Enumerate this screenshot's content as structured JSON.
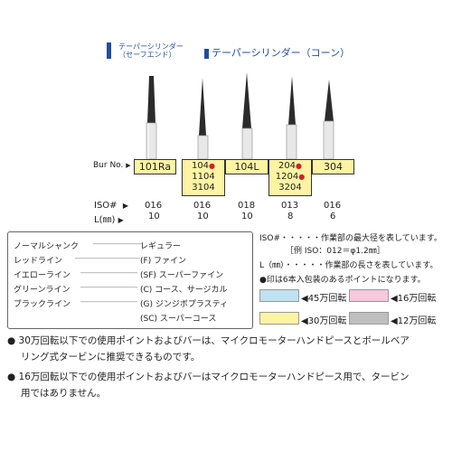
{
  "header": {
    "small_title_1": "テーパーシリンダー",
    "small_title_2": "（セーフエンド）",
    "main_title": "テーパーシリンダー（コーン）"
  },
  "rows": {
    "bur_label": "Bur No.",
    "iso_label": "ISO#",
    "l_label": "L(㎜)",
    "arrow": "▶"
  },
  "burs": [
    {
      "no": [
        "101Ra"
      ],
      "iso": "016",
      "l": "10",
      "color": "#fdf4a3"
    },
    {
      "no": [
        "104",
        "1104",
        "3104"
      ],
      "iso": "016",
      "l": "10",
      "color": "#fdf4a3"
    },
    {
      "no": [
        "104L"
      ],
      "iso": "018",
      "l": "10",
      "color": "#fdf4a3"
    },
    {
      "no": [
        "204",
        "1204",
        "3204"
      ],
      "iso": "013",
      "l": "8",
      "color": "#fdf4a3"
    },
    {
      "no": [
        "304"
      ],
      "iso": "016",
      "l": "6",
      "color": "#fdf4a3"
    }
  ],
  "legend": [
    {
      "left": "ノーマルシャンク",
      "right": "レギュラー"
    },
    {
      "left": "レッドライン",
      "right": "(F) ファイン"
    },
    {
      "left": "イエローライン",
      "right": "(SF) スーパーファイン"
    },
    {
      "left": "グリーンライン",
      "right": "(C) コース、サージカル"
    },
    {
      "left": "ブラックライン",
      "right": "(G) ジンジボプラスティ"
    },
    {
      "left": "",
      "right": "(SC) スーパーコース"
    }
  ],
  "notes": {
    "iso_line1": "ISO#・・・・・作業部の最大径を表しています。",
    "iso_line2": "［例 ISO：012＝φ1.2㎜］",
    "l_line": "L（㎜）・・・・・作業部の長さを表しています。",
    "dot_line": "●印は6本入包装のあるポイントになります。"
  },
  "speeds": [
    {
      "label": "◀45万回転",
      "color": "#bfe1f2"
    },
    {
      "label": "◀16万回転",
      "color": "#f6c9dc"
    },
    {
      "label": "◀30万回転",
      "color": "#fdf4a3"
    },
    {
      "label": "◀12万回転",
      "color": "#bfbfbf"
    }
  ],
  "footer": {
    "bullet": "●",
    "line1a": "30万回転以下での使用ポイントおよびバーは、マイクロモーターハンドピースとボールベア",
    "line1b": "リング式タービンに推奨できるものです。",
    "line2a": "16万回転以下での使用ポイントおよびバーはマイクロモーターハンドピース用で、タービン",
    "line2b": "用ではありません。"
  },
  "colors": {
    "title_blue": "#1f4e9a",
    "marker_red": "#d0202a"
  }
}
